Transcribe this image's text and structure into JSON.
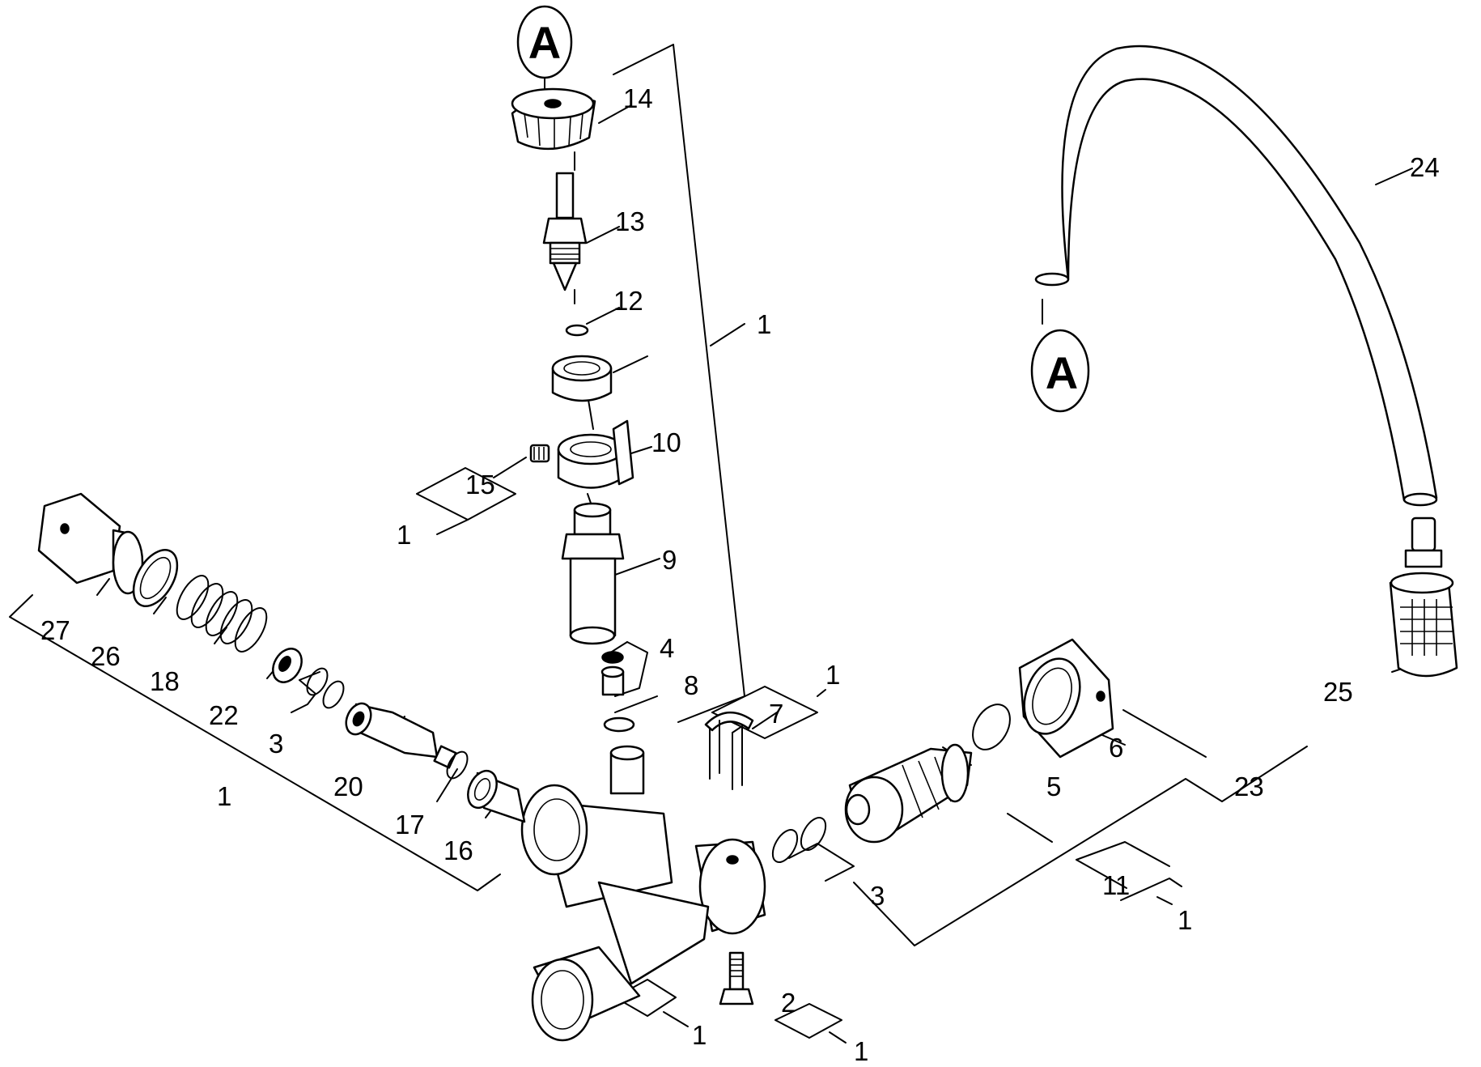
{
  "callouts": {
    "marker_top": "A",
    "marker_hose": "A",
    "n14": "14",
    "n13": "13",
    "n12": "12",
    "n1_right_top": "1",
    "n10": "10",
    "n15": "15",
    "n1_left_15": "1",
    "n9": "9",
    "n4": "4",
    "n8": "8",
    "n1_right_7": "1",
    "n7": "7",
    "n27": "27",
    "n26": "26",
    "n18": "18",
    "n22": "22",
    "n3_left": "3",
    "n20": "20",
    "n1_left_bottom": "1",
    "n17": "17",
    "n16": "16",
    "n24": "24",
    "n25": "25",
    "n6": "6",
    "n5": "5",
    "n23": "23",
    "n3_right": "3",
    "n11": "11",
    "n1_right_11": "1",
    "n2": "2",
    "n1_body": "1",
    "n1_screw": "1"
  }
}
